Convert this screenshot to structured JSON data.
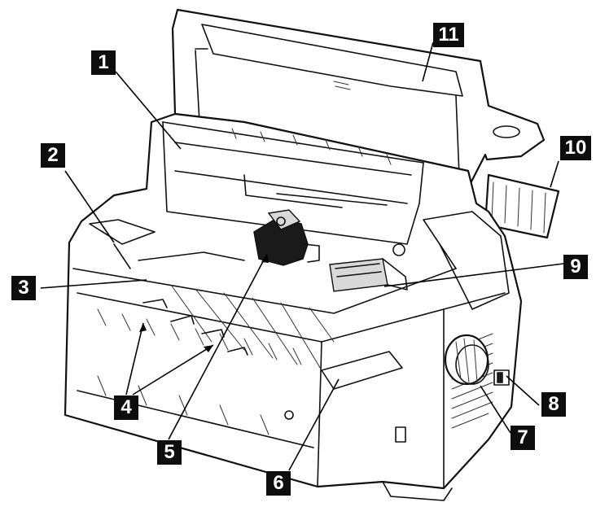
{
  "callouts": [
    {
      "id": "1",
      "label": "1"
    },
    {
      "id": "2",
      "label": "2"
    },
    {
      "id": "3",
      "label": "3"
    },
    {
      "id": "4",
      "label": "4"
    },
    {
      "id": "5",
      "label": "5"
    },
    {
      "id": "6",
      "label": "6"
    },
    {
      "id": "7",
      "label": "7"
    },
    {
      "id": "8",
      "label": "8"
    },
    {
      "id": "9",
      "label": "9"
    },
    {
      "id": "10",
      "label": "10"
    },
    {
      "id": "11",
      "label": "11"
    }
  ],
  "colors": {
    "ink": "#111111",
    "callout_bg": "#0d0d0d",
    "callout_text": "#ffffff",
    "background": "#ffffff"
  }
}
